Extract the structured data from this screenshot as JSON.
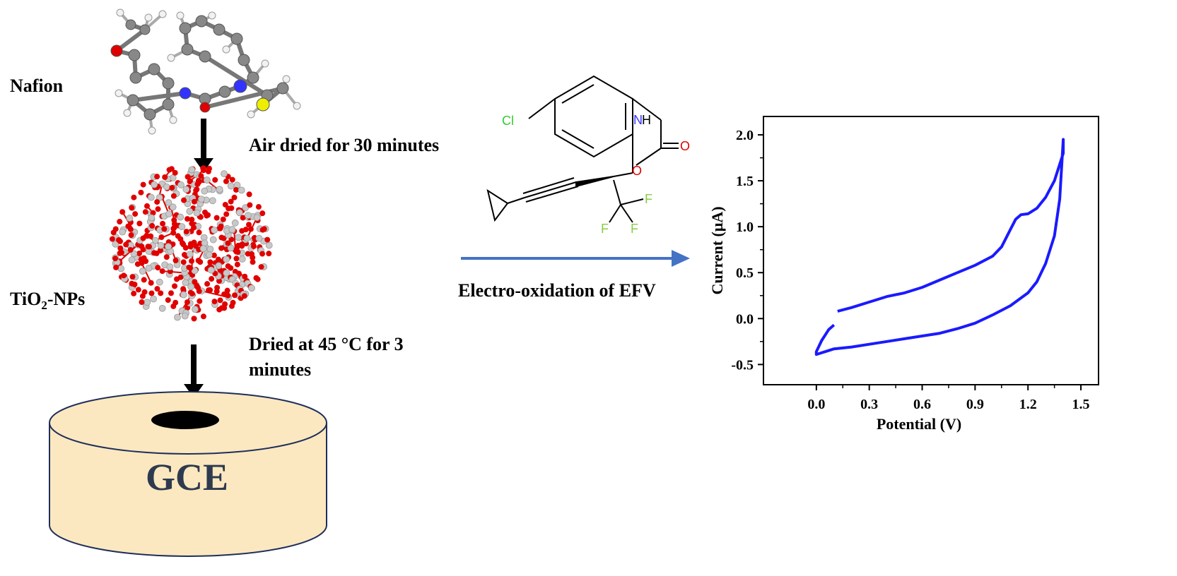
{
  "labels": {
    "nafion": "Nafion",
    "tio2": "TiO",
    "tio2_sub": "2",
    "tio2_suffix": "-NPs",
    "step1": "Air dried for 30 minutes",
    "step2_line1": "Dried at 45 °C for 3",
    "step2_line2": "minutes",
    "electrode": "GCE",
    "process": "Electro-oxidation of EFV"
  },
  "molecule": {
    "cl": "Cl",
    "nh_n": "N",
    "nh_h": "H",
    "o_ring": "O",
    "o_carbonyl": "O",
    "f1": "F",
    "f2": "F",
    "f3": "F"
  },
  "colors": {
    "arrow_blue": "#4472c4",
    "curve_blue": "#1a1aff",
    "electrode_fill": "#fbe8c0",
    "oxygen_red": "#e00000",
    "ti_gray": "#c8c8c8",
    "chlorine_green": "#33cc33",
    "nitrogen_blue": "#3333ff",
    "fluorine_green": "#88cc44"
  },
  "chart_data": {
    "type": "line",
    "xlabel": "Potential (V)",
    "ylabel": "Current (μA)",
    "xlim": [
      -0.3,
      1.6
    ],
    "ylim": [
      -0.72,
      2.2
    ],
    "xticks": [
      "0.0",
      "0.3",
      "0.6",
      "0.9",
      "1.2",
      "1.5"
    ],
    "xtick_values": [
      0.0,
      0.3,
      0.6,
      0.9,
      1.2,
      1.5
    ],
    "yticks": [
      "-0.5",
      "0.0",
      "0.5",
      "1.0",
      "1.5",
      "2.0"
    ],
    "ytick_values": [
      -0.5,
      0.0,
      0.5,
      1.0,
      1.5,
      2.0
    ],
    "series": [
      {
        "x": [
          0.12,
          0.2,
          0.3,
          0.4,
          0.5,
          0.6,
          0.7,
          0.8,
          0.9,
          1.0,
          1.05,
          1.1,
          1.13,
          1.16,
          1.2,
          1.25,
          1.3,
          1.35,
          1.4,
          1.4,
          1.38,
          1.35,
          1.3,
          1.25,
          1.2,
          1.1,
          1.0,
          0.9,
          0.8,
          0.7,
          0.6,
          0.5,
          0.4,
          0.3,
          0.2,
          0.1,
          0.05,
          0.0,
          0.0,
          0.03,
          0.07,
          0.1
        ],
        "y": [
          0.08,
          0.12,
          0.18,
          0.24,
          0.28,
          0.34,
          0.42,
          0.5,
          0.58,
          0.68,
          0.78,
          0.97,
          1.08,
          1.13,
          1.14,
          1.2,
          1.32,
          1.5,
          1.8,
          1.95,
          1.3,
          0.9,
          0.6,
          0.4,
          0.28,
          0.14,
          0.04,
          -0.05,
          -0.11,
          -0.16,
          -0.19,
          -0.22,
          -0.25,
          -0.28,
          -0.31,
          -0.33,
          -0.36,
          -0.39,
          -0.36,
          -0.24,
          -0.12,
          -0.07
        ]
      }
    ]
  }
}
